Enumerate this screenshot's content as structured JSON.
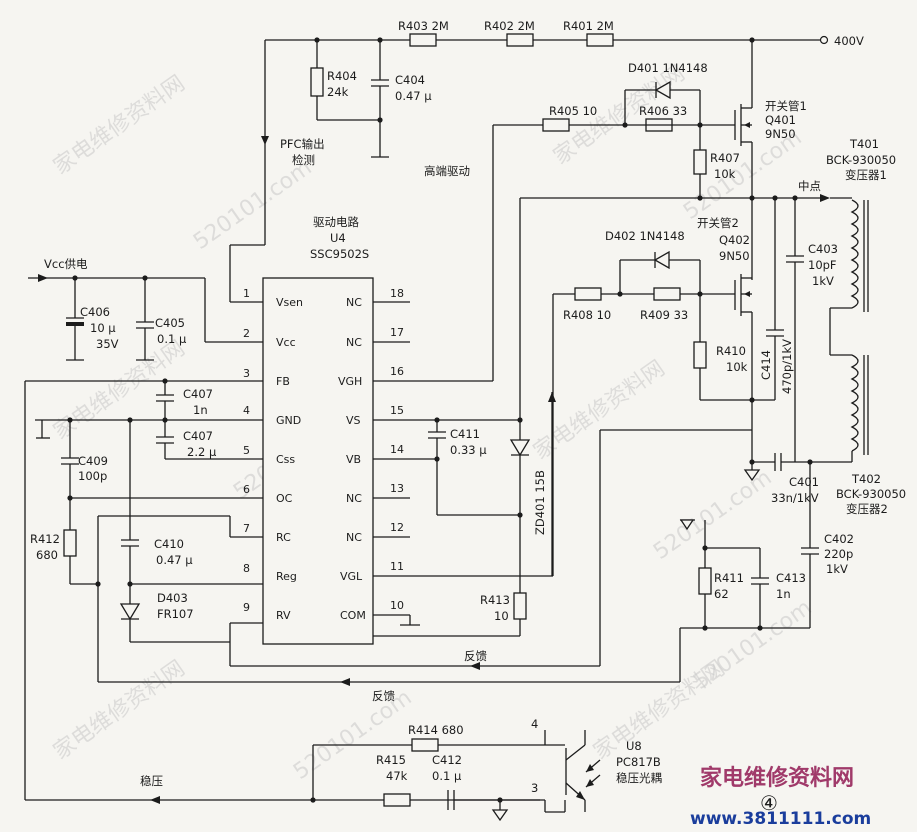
{
  "supply": {
    "v400": "400V",
    "vcc": "Vcc供电"
  },
  "notes": {
    "pfc": "PFC输出",
    "pfc2": "检测",
    "high_drive": "高端驱动",
    "midpoint": "中点",
    "feedback1": "反馈",
    "feedback2": "反馈",
    "regulate": "稳压"
  },
  "ic": {
    "title": "驱动电路",
    "ref": "U4",
    "part": "SSC9502S",
    "left_pins": [
      {
        "num": "1",
        "name": "Vsen"
      },
      {
        "num": "2",
        "name": "Vcc"
      },
      {
        "num": "3",
        "name": "FB"
      },
      {
        "num": "4",
        "name": "GND"
      },
      {
        "num": "5",
        "name": "Css"
      },
      {
        "num": "6",
        "name": "OC"
      },
      {
        "num": "7",
        "name": "RC"
      },
      {
        "num": "8",
        "name": "Reg"
      },
      {
        "num": "9",
        "name": "RV"
      }
    ],
    "right_pins": [
      {
        "num": "18",
        "name": "NC"
      },
      {
        "num": "17",
        "name": "NC"
      },
      {
        "num": "16",
        "name": "VGH"
      },
      {
        "num": "15",
        "name": "VS"
      },
      {
        "num": "14",
        "name": "VB"
      },
      {
        "num": "13",
        "name": "NC"
      },
      {
        "num": "12",
        "name": "NC"
      },
      {
        "num": "11",
        "name": "VGL"
      },
      {
        "num": "10",
        "name": "COM"
      }
    ]
  },
  "parts": {
    "r403": "R403 2M",
    "r402": "R402 2M",
    "r401": "R401 2M",
    "r404a": "R404",
    "r404b": "24k",
    "c404a": "C404",
    "c404b": "0.47 μ",
    "d401": "D401 1N4148",
    "r405": "R405 10",
    "r406": "R406 33",
    "q401a": "开关管1",
    "q401b": "Q401",
    "q401c": "9N50",
    "r407a": "R407",
    "r407b": "10k",
    "t401a": "T401",
    "t401b": "BCK-930050",
    "t401c": "变压器1",
    "d402": "D402 1N4148",
    "q402a": "开关管2",
    "q402b": "Q402",
    "q402c": "9N50",
    "c403a": "C403",
    "c403b": "10pF",
    "c403c": "1kV",
    "r408": "R408 10",
    "r409": "R409 33",
    "r410a": "R410",
    "r410b": "10k",
    "c414a": "C414",
    "c414b": "470p/1kV",
    "c406a": "C406",
    "c406b": "10 μ",
    "c406c": "35V",
    "c405a": "C405",
    "c405b": "0.1 μ",
    "c407a": "C407",
    "c407b": "1n",
    "c407c": "C407",
    "c407d": "2.2 μ",
    "c409a": "C409",
    "c409b": "100p",
    "r412a": "R412",
    "r412b": "680",
    "c410a": "C410",
    "c410b": "0.47 μ",
    "d403a": "D403",
    "d403b": "FR107",
    "c411a": "C411",
    "c411b": "0.33 μ",
    "zd401": "ZD401 15B",
    "r413a": "R413",
    "r413b": "10",
    "c401a": "C401",
    "c401b": "33n/1kV",
    "t402a": "T402",
    "t402b": "BCK-930050",
    "t402c": "变压器2",
    "c402a": "C402",
    "c402b": "220p",
    "c402c": "1kV",
    "r411a": "R411",
    "r411b": "62",
    "c413a": "C413",
    "c413b": "1n",
    "r414": "R414 680",
    "r415a": "R415",
    "r415b": "47k",
    "c412a": "C412",
    "c412b": "0.1 μ",
    "u8a": "U8",
    "u8b": "PC817B",
    "u8c": "稳压光耦",
    "u8p4": "4",
    "u8p3": "3"
  },
  "page_mark": "④",
  "watermark": {
    "cn": "家电维修资料网",
    "num": "520101.com"
  },
  "brand": {
    "name": "家电维修资料网",
    "url": "www.3811111.com"
  }
}
